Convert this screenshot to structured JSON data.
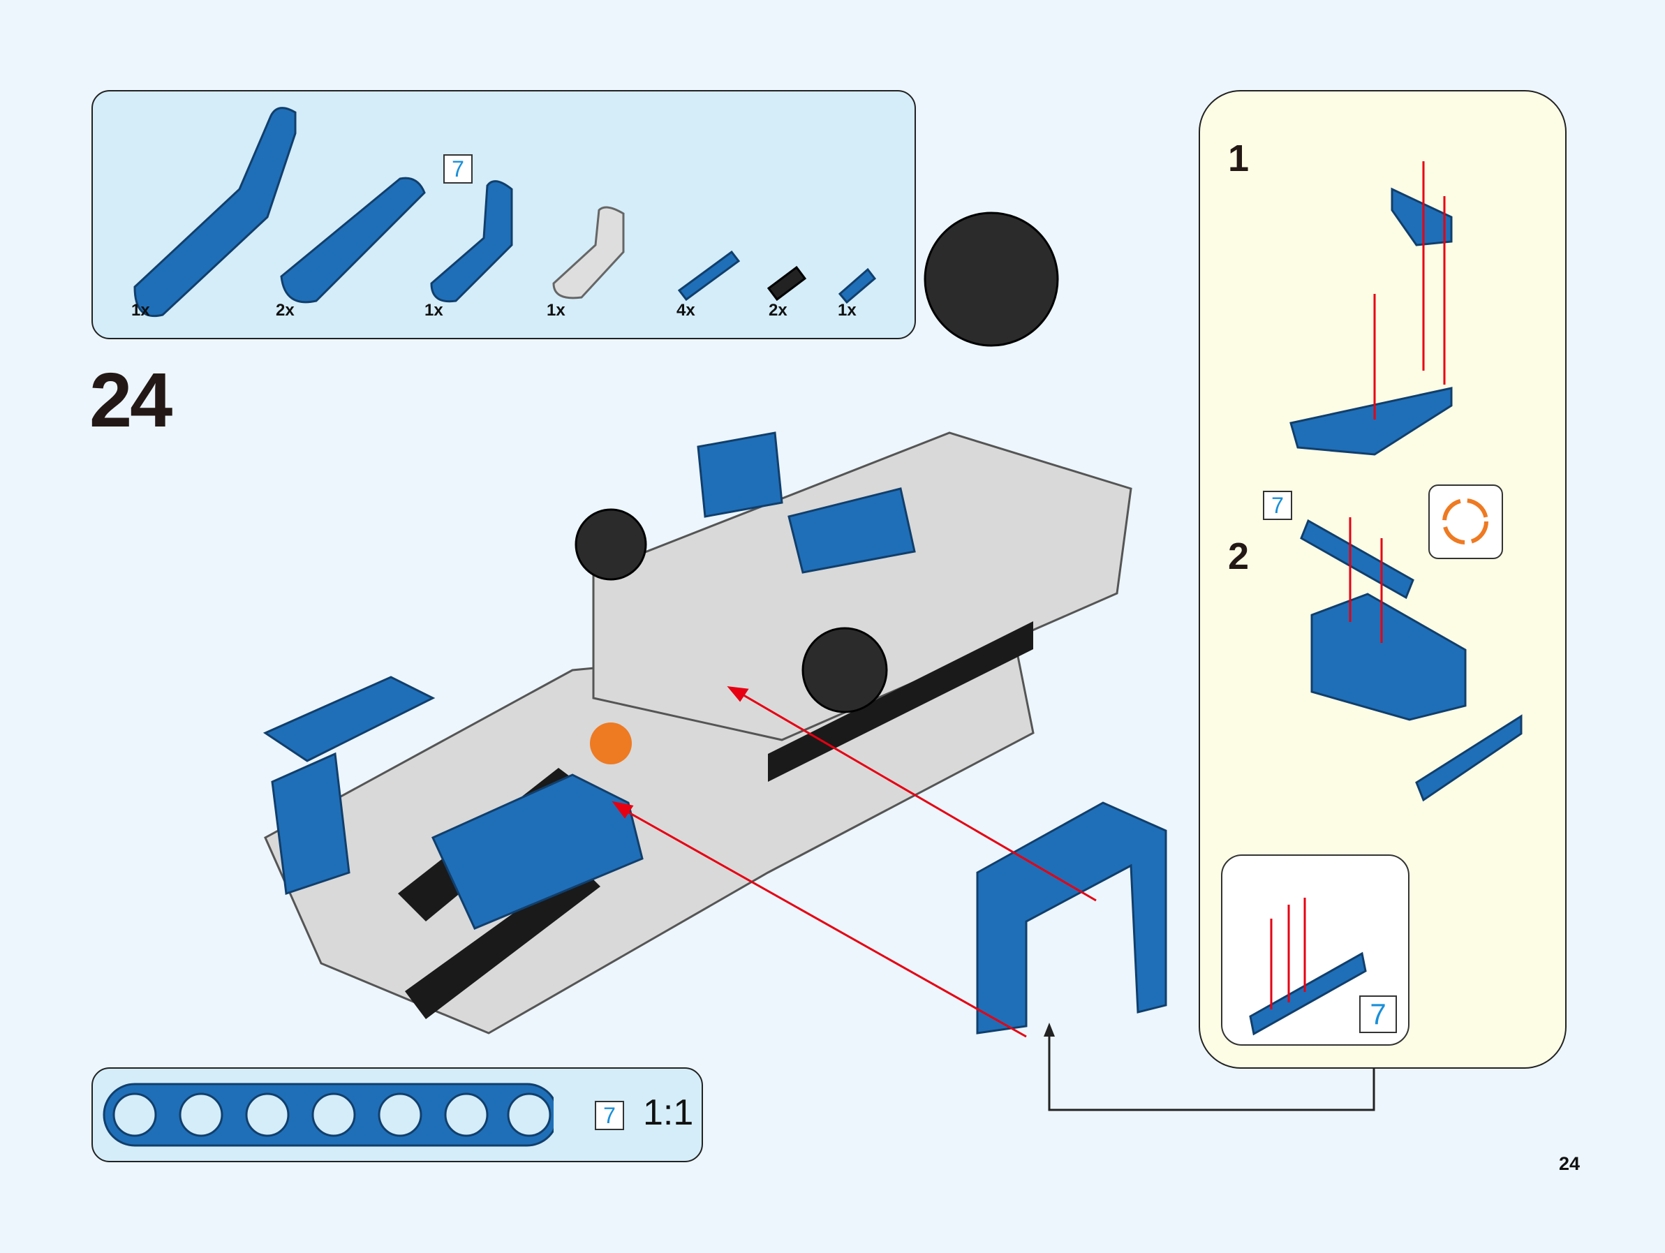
{
  "step": {
    "number": "24"
  },
  "page": {
    "number": "24"
  },
  "parts": [
    {
      "name": "bent-beam-blue",
      "qty": "1x"
    },
    {
      "name": "beam-7-blue",
      "qty": "2x"
    },
    {
      "name": "l-beam-blue",
      "qty": "1x"
    },
    {
      "name": "l-beam-gray",
      "qty": "1x"
    },
    {
      "name": "pin-blue-long",
      "qty": "4x"
    },
    {
      "name": "pin-black",
      "qty": "2x"
    },
    {
      "name": "pin-blue-short",
      "qty": "1x"
    }
  ],
  "parts_length_badge": "7",
  "scale_callout": {
    "length": "7",
    "ratio": "1:1"
  },
  "substeps": [
    {
      "label": "1"
    },
    {
      "label": "2",
      "badge": "7"
    }
  ],
  "callout_badge": "7",
  "colors": {
    "blue": "#1f6fb8",
    "gray": "#d7d7d7",
    "red": "#e60012",
    "orange": "#ee7a22"
  }
}
